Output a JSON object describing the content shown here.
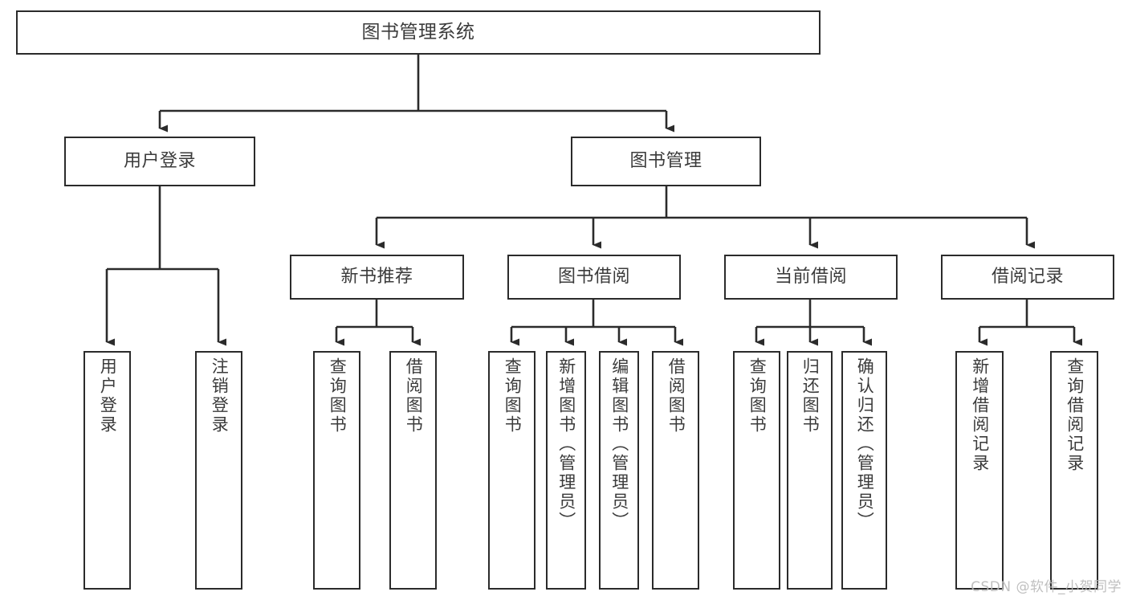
{
  "diagram": {
    "title": "图书管理系统",
    "type": "functional-structure-tree",
    "colors": {
      "box_border": "#2b2b2b",
      "box_fill": "#ffffff",
      "text": "#3b3b3b",
      "connector": "#2b2b2b",
      "watermark": "#b9b9b9",
      "background": "#ffffff"
    },
    "root": {
      "label": "图书管理系统"
    },
    "level2": [
      {
        "label": "用户登录"
      },
      {
        "label": "图书管理"
      }
    ],
    "level3": [
      {
        "label": "新书推荐"
      },
      {
        "label": "图书借阅"
      },
      {
        "label": "当前借阅"
      },
      {
        "label": "借阅记录"
      }
    ],
    "leaves": {
      "user_login": [
        {
          "label": "用户登录"
        },
        {
          "label": "注销登录"
        }
      ],
      "new_book_recommend": [
        {
          "label": "查询图书"
        },
        {
          "label": "借阅图书"
        }
      ],
      "book_borrow": [
        {
          "label": "查询图书"
        },
        {
          "label": "新增图书（管理员）"
        },
        {
          "label": "编辑图书（管理员）"
        },
        {
          "label": "借阅图书"
        }
      ],
      "current_borrow": [
        {
          "label": "查询图书"
        },
        {
          "label": "归还图书"
        },
        {
          "label": "确认归还（管理员）"
        }
      ],
      "borrow_record": [
        {
          "label": "新增借阅记录"
        },
        {
          "label": "查询借阅记录"
        }
      ]
    },
    "watermark": "CSDN @软件_小贺同学"
  }
}
